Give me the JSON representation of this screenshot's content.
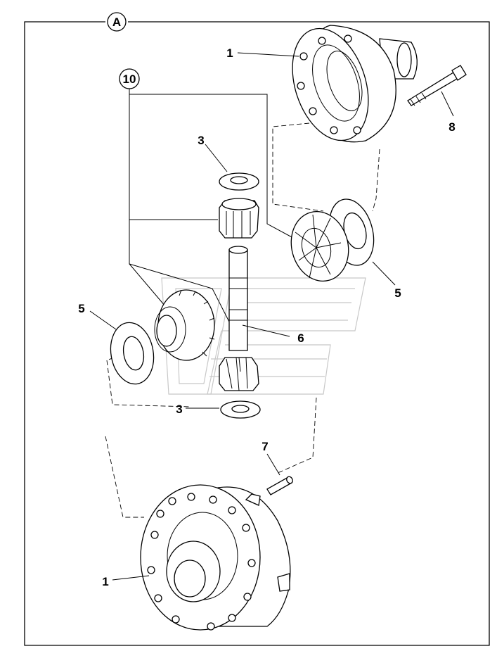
{
  "view_label": "A",
  "group_label": "10",
  "callouts": {
    "housing_top": "1",
    "bolt": "8",
    "washer_top": "3",
    "side_gear_right_washer": "5",
    "side_gear_left_washer": "5",
    "shaft": "6",
    "washer_bottom": "3",
    "pin": "7",
    "housing_bottom": "1"
  }
}
